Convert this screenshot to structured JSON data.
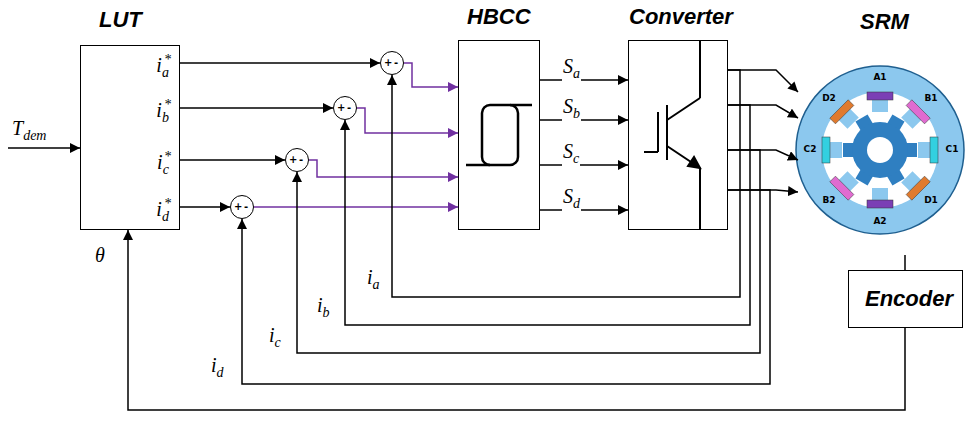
{
  "diagram": {
    "nodes": [
      {
        "text": [
          "LUT",
          "ia*",
          "ib*",
          "ic*",
          "id*"
        ]
      },
      {
        "text": [
          "+",
          "-"
        ]
      },
      {
        "text": [
          "+",
          "-"
        ]
      },
      {
        "text": [
          "+",
          "-"
        ]
      },
      {
        "text": [
          "+",
          "-"
        ]
      },
      {
        "text": [
          "HBCC"
        ]
      },
      {
        "text": [
          "Converter"
        ]
      },
      {
        "text": [
          "SRM"
        ]
      },
      {
        "text": [
          "Encoder"
        ]
      }
    ],
    "edges": [
      {
        "from": 0,
        "to": 1,
        "arrow": "to"
      },
      {
        "from": 0,
        "to": 2,
        "arrow": "to"
      },
      {
        "from": 0,
        "to": 3,
        "arrow": "to"
      },
      {
        "from": 0,
        "to": 4,
        "arrow": "to"
      },
      {
        "from": 1,
        "to": 5,
        "arrow": "to"
      },
      {
        "from": 2,
        "to": 5,
        "arrow": "to"
      },
      {
        "from": 3,
        "to": 5,
        "arrow": "to"
      },
      {
        "from": 4,
        "to": 5,
        "arrow": "to"
      },
      {
        "from": 5,
        "to": 6,
        "label": "Sa",
        "arrow": "to"
      },
      {
        "from": 5,
        "to": 6,
        "label": "Sb",
        "arrow": "to"
      },
      {
        "from": 5,
        "to": 6,
        "label": "Sc",
        "arrow": "to"
      },
      {
        "from": 5,
        "to": 6,
        "label": "Sd",
        "arrow": "to"
      },
      {
        "from": 6,
        "to": 7,
        "arrow": "to"
      },
      {
        "from": 6,
        "to": 7,
        "arrow": "to"
      },
      {
        "from": 6,
        "to": 7,
        "arrow": "to"
      },
      {
        "from": 6,
        "to": 7,
        "arrow": "to"
      },
      {
        "from": 6,
        "to": 1,
        "label": "ia",
        "arrow": "to"
      },
      {
        "from": 6,
        "to": 2,
        "label": "ib",
        "arrow": "to"
      },
      {
        "from": 6,
        "to": 3,
        "label": "ic",
        "arrow": "to"
      },
      {
        "from": 6,
        "to": 4,
        "label": "id",
        "arrow": "to"
      },
      {
        "from": 7,
        "to": 8,
        "arrow": "none"
      },
      {
        "from": 8,
        "to": 0,
        "label": "θ",
        "arrow": "to"
      }
    ],
    "labels": [
      "Tdem",
      "A1",
      "B1",
      "C1",
      "D1",
      "A2",
      "B2",
      "C2",
      "D2"
    ]
  }
}
